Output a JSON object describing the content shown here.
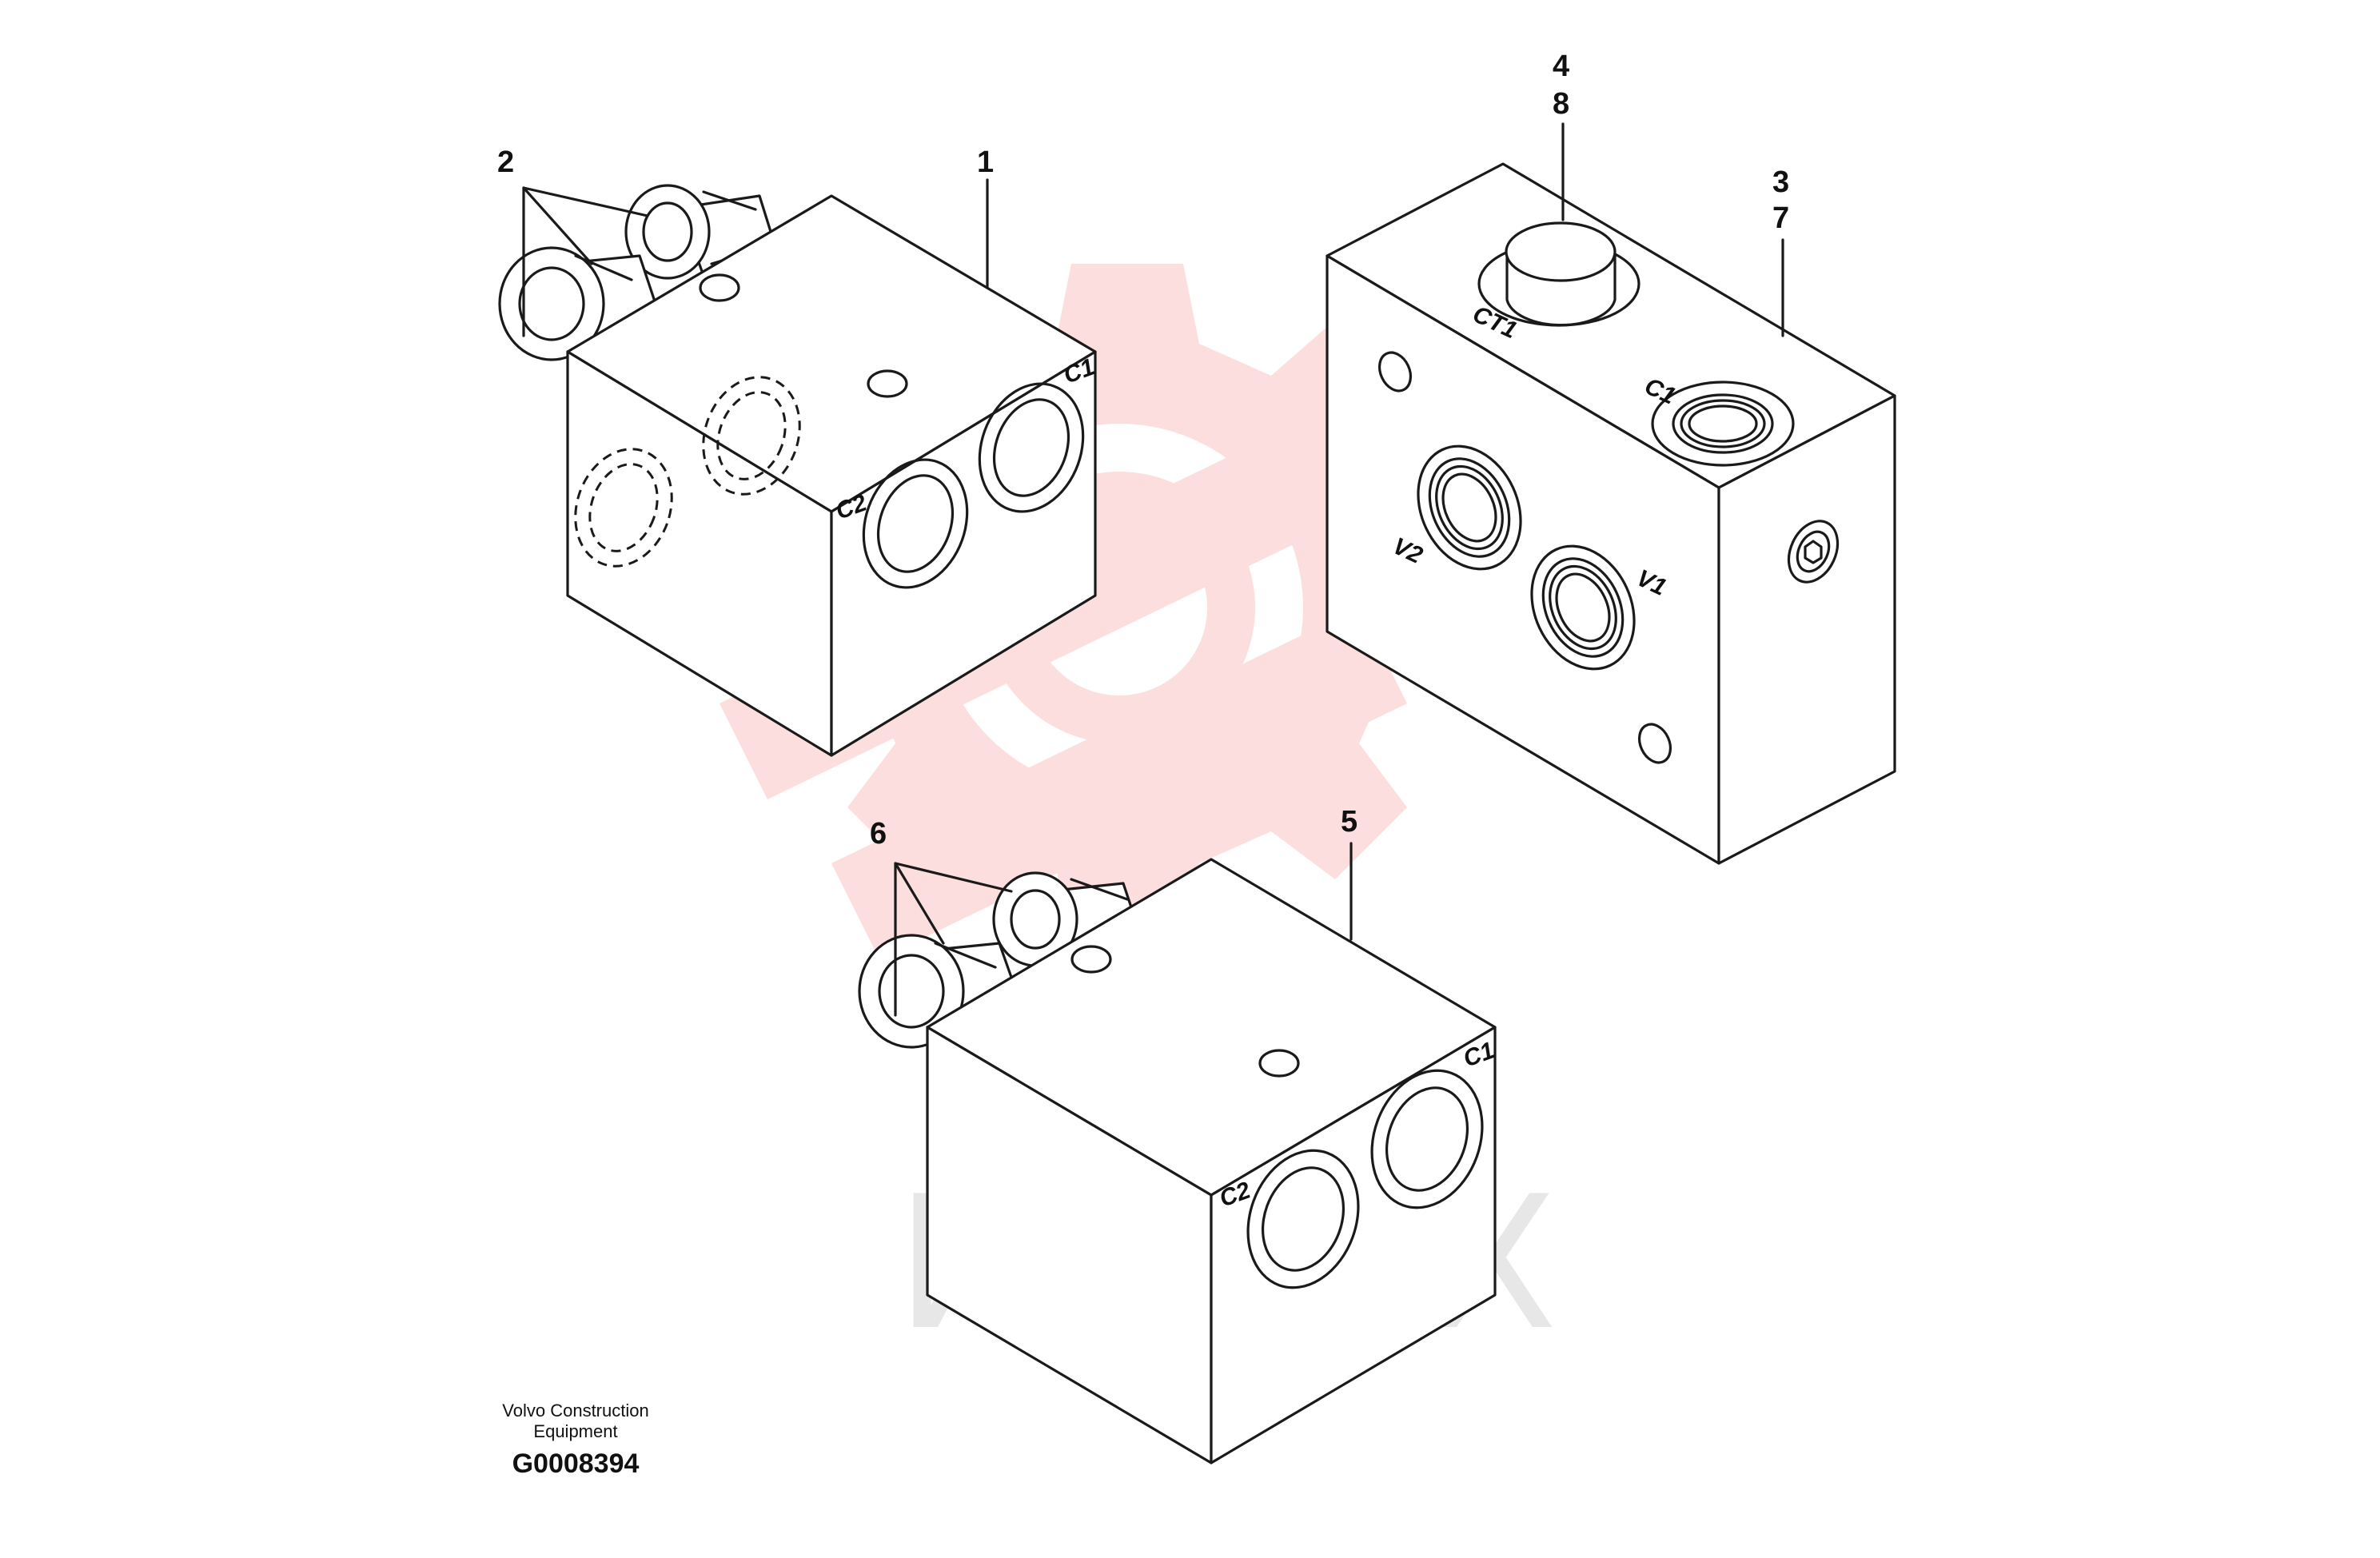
{
  "callouts": {
    "c1": "1",
    "c2": "2",
    "c3": "3",
    "c4": "4",
    "c5": "5",
    "c6": "6",
    "c7": "7",
    "c8": "8"
  },
  "ports": {
    "block1_c1": "C1",
    "block1_c2": "C2",
    "block2_ct1": "CT1",
    "block2_c1": "C1",
    "block2_v1": "V1",
    "block2_v2": "V2",
    "block3_c1": "C1",
    "block3_c2": "C2"
  },
  "footer": {
    "brand_line1": "Volvo Construction",
    "brand_line2": "Equipment",
    "drawing_code": "G0008394"
  },
  "watermark": {
    "text": "ИНТЕХ",
    "logo_color": "#f26b6b",
    "text_color": "#d4d4d4"
  }
}
